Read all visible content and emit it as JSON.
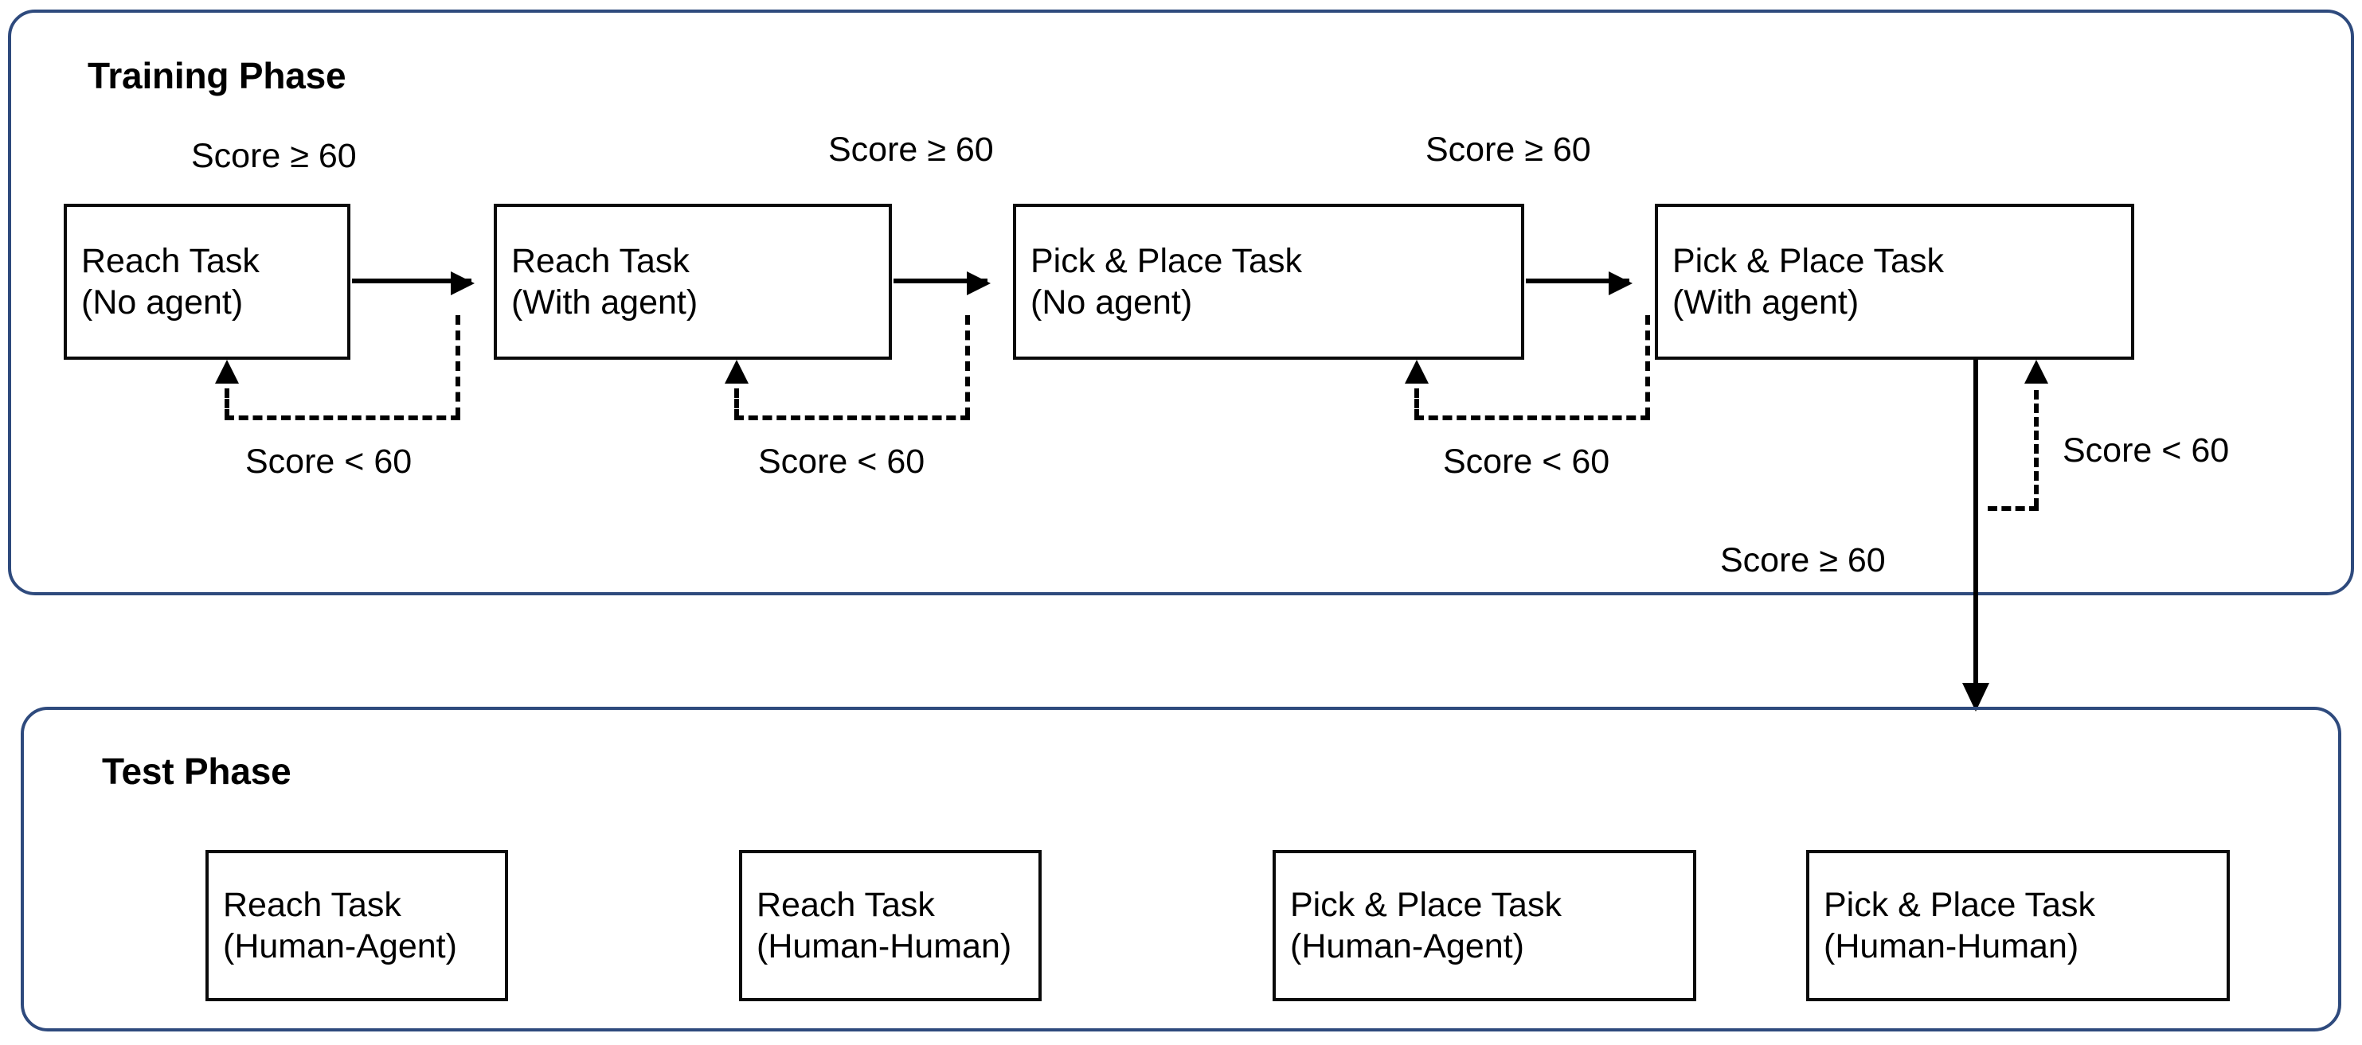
{
  "diagram": {
    "title_training": "Training Phase",
    "title_test": "Test Phase",
    "panel_border_color": "#2e4a7d",
    "box_border_color": "#0a0a0a",
    "pass_label": "Score ≥ 60",
    "fail_label": "Score < 60"
  },
  "training": {
    "heading": "Training Phase",
    "boxes": [
      {
        "line1": "Reach Task",
        "line2": "(No agent)"
      },
      {
        "line1": "Reach Task",
        "line2": "(With agent)"
      },
      {
        "line1": "Pick & Place Task",
        "line2": "(No agent)"
      },
      {
        "line1": "Pick & Place Task",
        "line2": "(With agent)"
      }
    ],
    "pass_edges": [
      {
        "label": "Score ≥ 60"
      },
      {
        "label": "Score ≥ 60"
      },
      {
        "label": "Score ≥ 60"
      }
    ],
    "fail_edges": [
      {
        "label": "Score < 60"
      },
      {
        "label": "Score < 60"
      },
      {
        "label": "Score < 60"
      },
      {
        "label": "Score < 60"
      }
    ],
    "exit_edge": {
      "label": "Score ≥ 60"
    }
  },
  "test": {
    "heading": "Test Phase",
    "boxes": [
      {
        "line1": "Reach Task",
        "line2": "(Human-Agent)"
      },
      {
        "line1": "Reach Task",
        "line2": "(Human-Human)"
      },
      {
        "line1": "Pick & Place Task",
        "line2": "(Human-Agent)"
      },
      {
        "line1": "Pick & Place Task",
        "line2": "(Human-Human)"
      }
    ]
  }
}
